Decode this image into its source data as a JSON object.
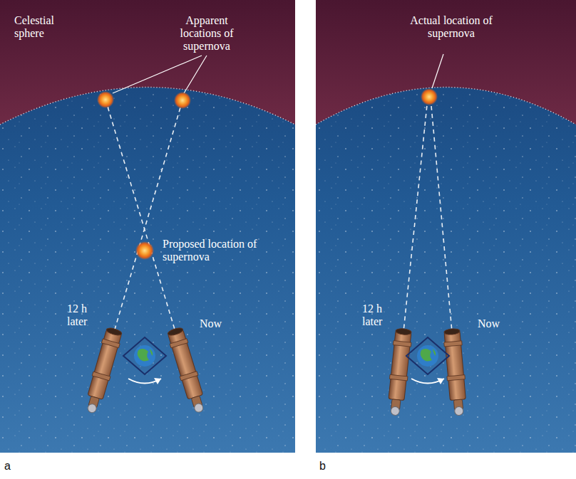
{
  "diagram": {
    "labels": [
      "Celestial sphere",
      "Apparent locations of supernova",
      "Proposed location of supernova",
      "12 h later",
      "Now",
      "Actual location of supernova",
      "12 h later",
      "Now",
      "a",
      "b"
    ]
  }
}
